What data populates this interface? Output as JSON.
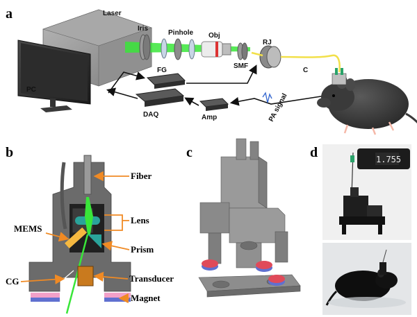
{
  "panels": {
    "a": "a",
    "b": "b",
    "c": "c",
    "d": "d"
  },
  "panel_a": {
    "laser": "Laser",
    "iris": "Iris",
    "pinhole": "Pinhole",
    "obj": "Obj",
    "rj": "RJ",
    "smf": "SMF",
    "c": "C",
    "pc": "PC",
    "fg": "FG",
    "daq": "DAQ",
    "amp": "Amp",
    "pa_signal": "PA signal"
  },
  "panel_b": {
    "fiber": "Fiber",
    "lens": "Lens",
    "mems": "MEMS",
    "prism": "Prism",
    "cg": "CG",
    "transducer": "Transducer",
    "magnet": "Magnet"
  },
  "panel_d": {
    "readout": "1.755"
  },
  "colors": {
    "beam": "#39e639",
    "cable": "#f2e04a",
    "arrow_orange": "#f08a24",
    "magnet_pink": "#f2a0c8",
    "magnet_blue": "#6070d0",
    "housing": "#6b6b6b",
    "lens_teal": "#2aa39a"
  }
}
